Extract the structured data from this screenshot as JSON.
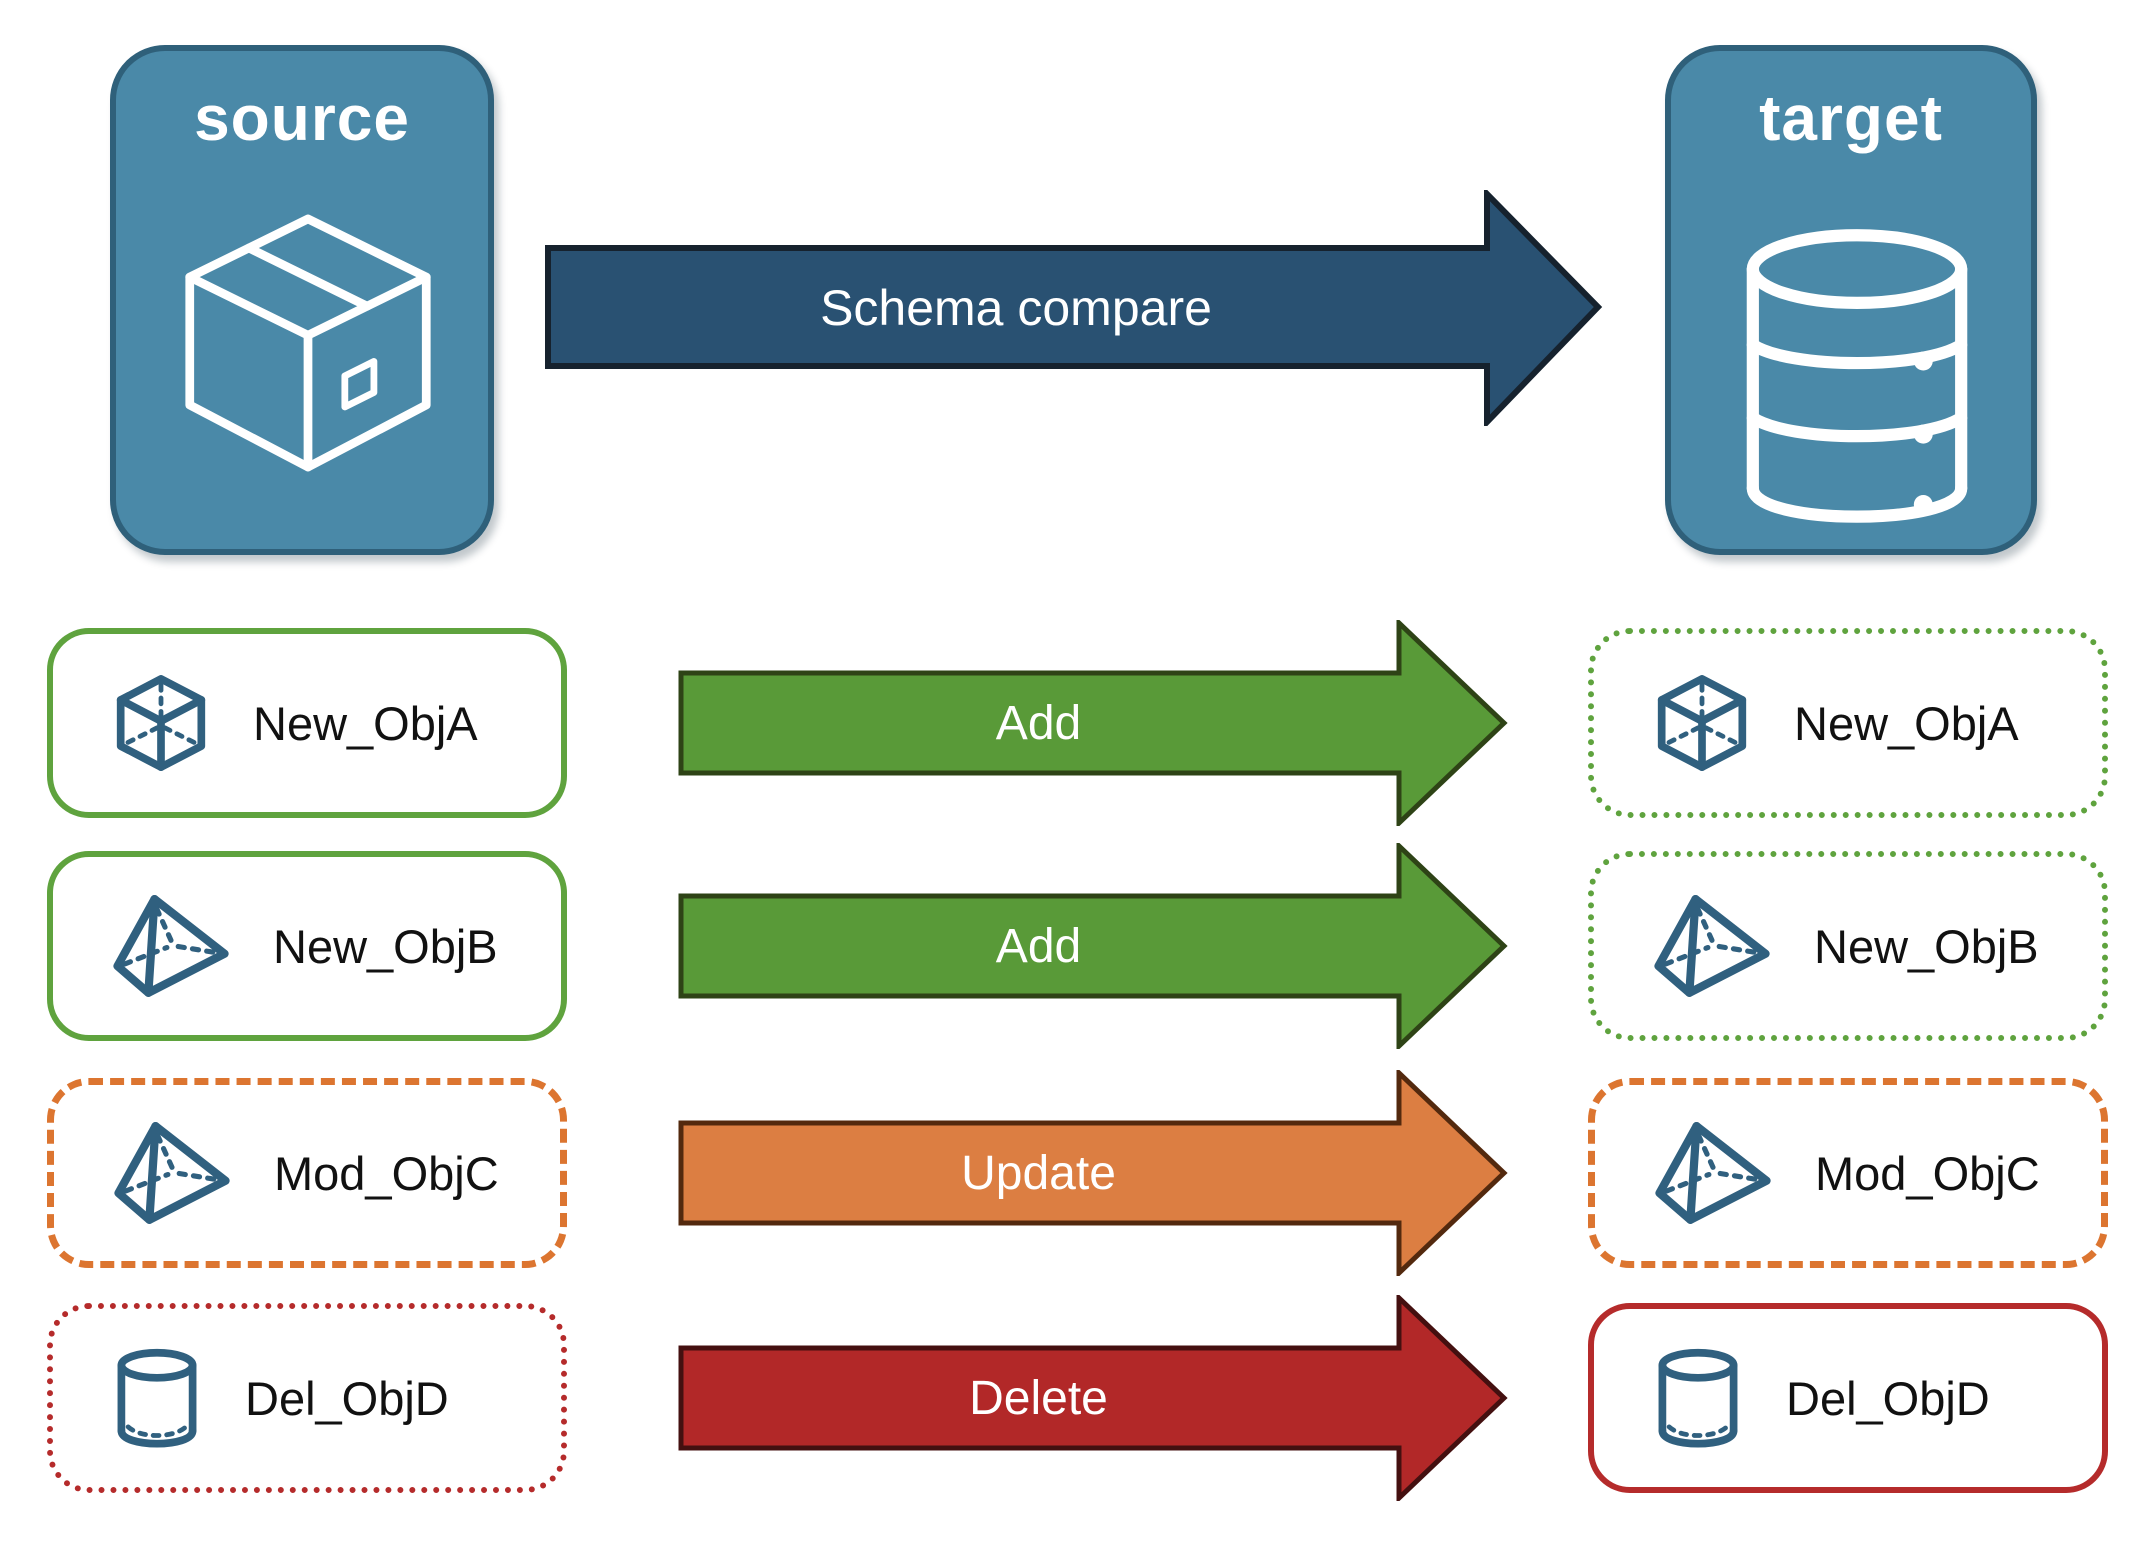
{
  "palette": {
    "node_fill": "#4a89a8",
    "node_border": "#2f607a",
    "compare_fill": "#295172",
    "compare_border": "#16222e",
    "add_fill": "#599a38",
    "add_border": "#2e4316",
    "update_fill": "#dc7e42",
    "update_border": "#53290e",
    "delete_fill": "#b22828",
    "delete_border": "#441010",
    "green": "#5fa33e",
    "orange": "#dc7530",
    "red": "#b52b2b",
    "icon_stroke": "#30607f",
    "label_color": "#111111"
  },
  "source_node": {
    "title": "source",
    "icon": "package-icon"
  },
  "target_node": {
    "title": "target",
    "icon": "database-icon"
  },
  "compare_arrow": {
    "label": "Schema compare"
  },
  "rows": [
    {
      "object": "New_ObjA",
      "icon": "cube-icon",
      "action": "Add",
      "source_style": "solid-green",
      "target_style": "dotted-green"
    },
    {
      "object": "New_ObjB",
      "icon": "pyramid-icon",
      "action": "Add",
      "source_style": "solid-green",
      "target_style": "dotted-green"
    },
    {
      "object": "Mod_ObjC",
      "icon": "pyramid-icon",
      "action": "Update",
      "source_style": "dashed-orange",
      "target_style": "dashed-orange"
    },
    {
      "object": "Del_ObjD",
      "icon": "cylinder-icon",
      "action": "Delete",
      "source_style": "dotted-red",
      "target_style": "solid-red"
    }
  ]
}
